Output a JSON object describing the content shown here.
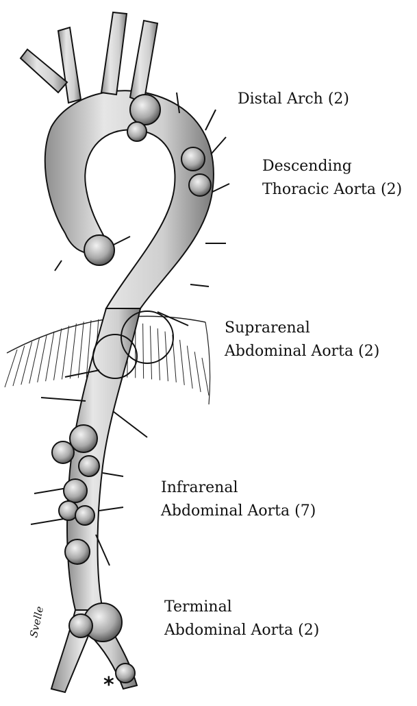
{
  "labels": {
    "distal_arch": [
      "Distal Arch (2)"
    ],
    "descending_thoracic": [
      "Descending",
      "Thoracic Aorta (2)"
    ],
    "suprarenal": [
      "Suprarenal",
      "Abdominal Aorta (2)"
    ],
    "infrarenal": [
      "Infrarenal",
      "Abdominal Aorta (7)"
    ],
    "terminal": [
      "Terminal",
      "Abdominal Aorta (2)"
    ]
  },
  "marker": "*",
  "signature": "Svelle",
  "colors": {
    "vessel_fill": "#d8d8d8",
    "vessel_shade": "#8a8a8a",
    "ink": "#111111",
    "background": "#ffffff"
  }
}
